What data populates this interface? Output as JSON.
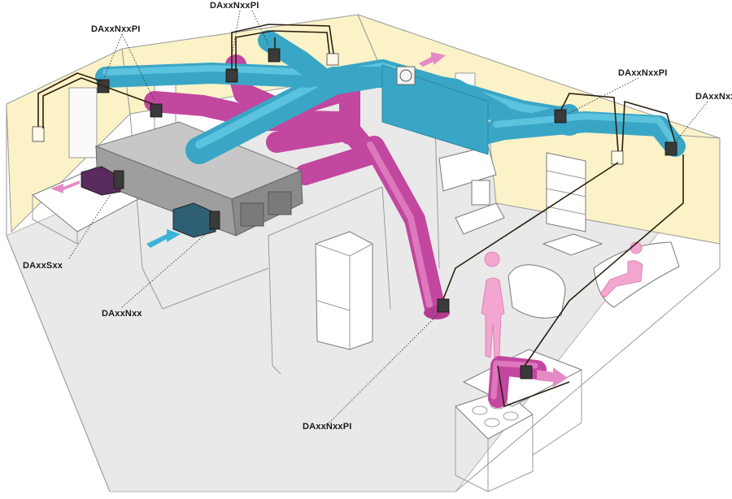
{
  "labels": {
    "top_center": "DAxxNxxPI",
    "top_left": "DAxxNxxPI",
    "right_upper": "DAxxNxxPI",
    "right_far": "DAxxNxx",
    "left_sxx": "DAxxSxx",
    "left_nxx": "DAxxNxx",
    "bottom_center": "DAxxNxxPI"
  },
  "colors": {
    "supply_duct": "#3aa6c6",
    "return_duct": "#c2479f",
    "wall_tint": "#fbf2c8",
    "unit_body": "#9e9e9e",
    "damper": "#3a3a3a"
  },
  "icons": [
    "air-arrow-icon",
    "fan-vent-icon",
    "thermostat-icon",
    "motorized-damper-icon"
  ]
}
